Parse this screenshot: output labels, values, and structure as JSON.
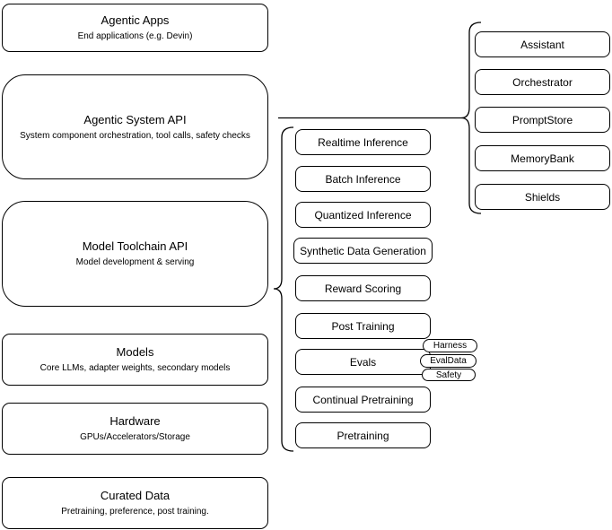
{
  "colors": {
    "background": "#ffffff",
    "stroke": "#000000",
    "text": "#000000"
  },
  "stack": [
    {
      "title": "Agentic Apps",
      "subtitle": "End applications (e.g. Devin)"
    },
    {
      "title": "Agentic System API",
      "subtitle": "System component orchestration, tool calls, safety checks"
    },
    {
      "title": "Model Toolchain API",
      "subtitle": "Model development & serving"
    },
    {
      "title": "Models",
      "subtitle": "Core LLMs, adapter weights, secondary models"
    },
    {
      "title": "Hardware",
      "subtitle": "GPUs/Accelerators/Storage"
    },
    {
      "title": "Curated Data",
      "subtitle": "Pretraining, preference, post training."
    }
  ],
  "toolchain": {
    "items": [
      "Realtime Inference",
      "Batch Inference",
      "Quantized Inference",
      "Synthetic Data Generation",
      "Reward Scoring",
      "Post Training",
      "Evals",
      "Continual Pretraining",
      "Pretraining"
    ]
  },
  "evals_tags": [
    "Harness",
    "EvalData",
    "Safety"
  ],
  "system_components": [
    "Assistant",
    "Orchestrator",
    "PromptStore",
    "MemoryBank",
    "Shields"
  ]
}
